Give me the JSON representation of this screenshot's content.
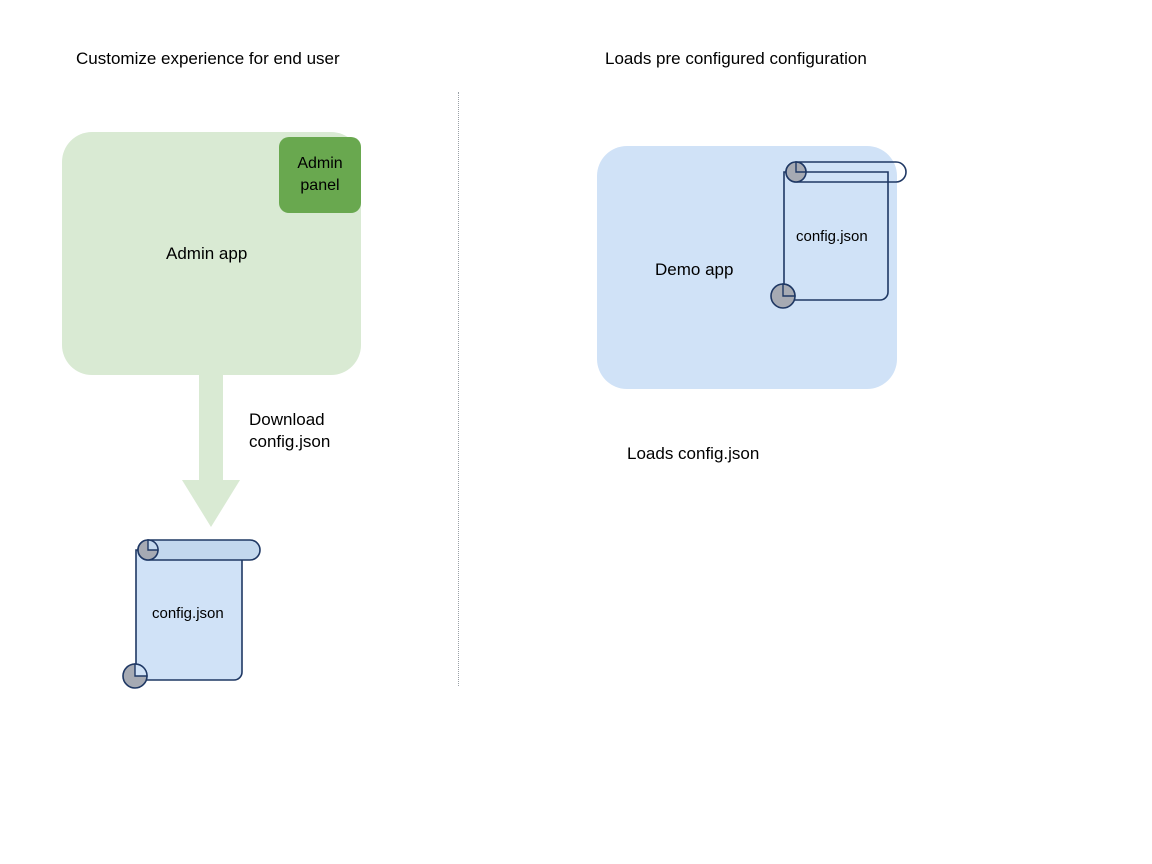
{
  "diagram": {
    "background": "#ffffff",
    "divider": {
      "style": "dotted",
      "color": "#9aa0a6"
    }
  },
  "left_section": {
    "title": "Customize experience for end user",
    "app_box": {
      "label": "Admin app",
      "fill": "#d9ead3"
    },
    "badge": {
      "label": "Admin\npanel",
      "line1": "Admin",
      "line2": "panel",
      "fill": "#69a84f"
    },
    "arrow": {
      "label_line1": "Download",
      "label_line2": "config.json",
      "fill": "#d9ead3",
      "direction": "down"
    },
    "document": {
      "label": "config.json",
      "fill": "#d0e2f7",
      "stroke": "#1f3864",
      "roll_fill": "#c3d8ee",
      "knob_fill": "#a6aab3"
    }
  },
  "right_section": {
    "title": "Loads pre configured configuration",
    "app_box": {
      "label": "Demo app",
      "fill": "#d0e2f7"
    },
    "document": {
      "label": "config.json",
      "fill": "none",
      "stroke": "#1f3864",
      "knob_fill": "#a6aab3"
    },
    "caption": "Loads config.json"
  }
}
